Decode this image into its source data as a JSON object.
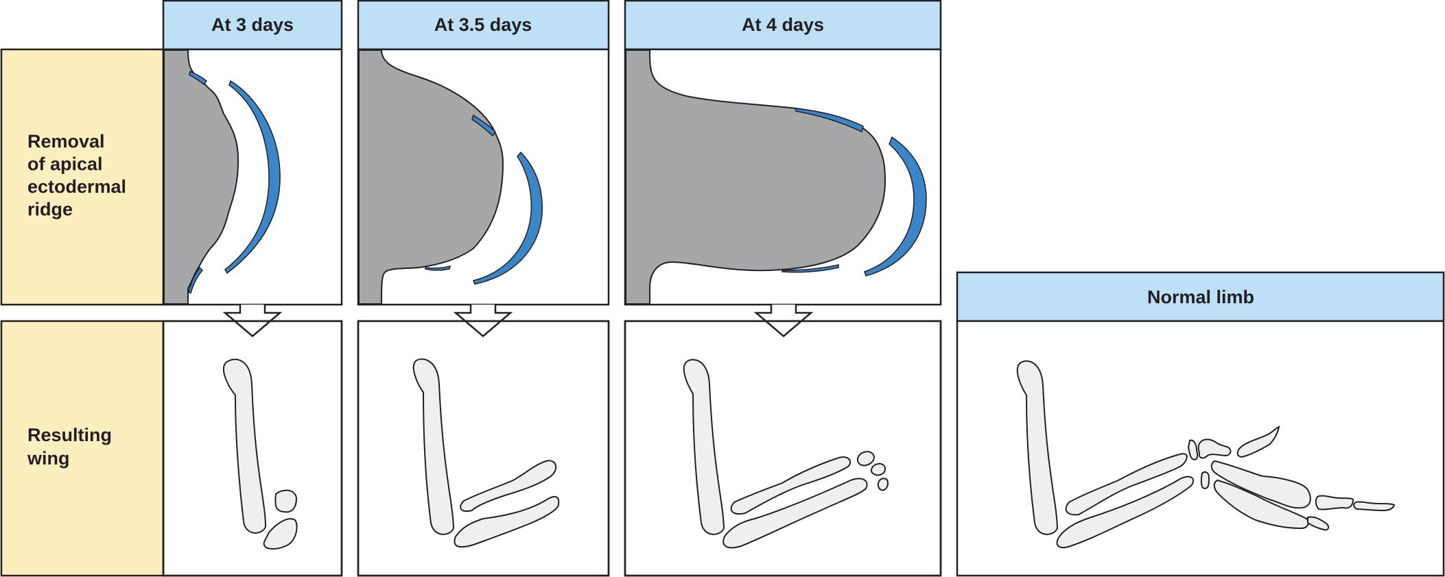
{
  "columns": [
    {
      "header": "At 3 days"
    },
    {
      "header": "At 3.5 days"
    },
    {
      "header": "At 4 days"
    },
    {
      "header": "Normal limb"
    }
  ],
  "rows": {
    "removal": [
      "Removal",
      "of  apical",
      "ectodermal",
      "ridge"
    ],
    "result": [
      "Resulting",
      "wing"
    ]
  },
  "colors": {
    "header_fill": "#bde0f7",
    "row_label_fill": "#fdeec0",
    "limb_bud": "#a6a7a9",
    "apical_ridge": "#3b86c8",
    "bone": "#efefef",
    "outline": "#231f20"
  }
}
